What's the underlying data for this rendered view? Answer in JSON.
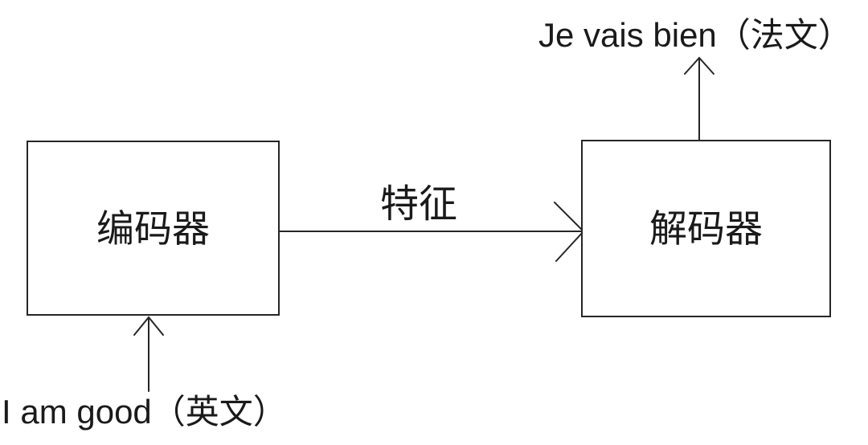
{
  "diagram": {
    "encoder_label": "编码器",
    "decoder_label": "解码器",
    "feature_label": "特征",
    "input_label": "I am good（英文）",
    "output_label": "Je vais bien（法文）",
    "colors": {
      "ink": "#262626",
      "background": "#ffffff"
    }
  }
}
